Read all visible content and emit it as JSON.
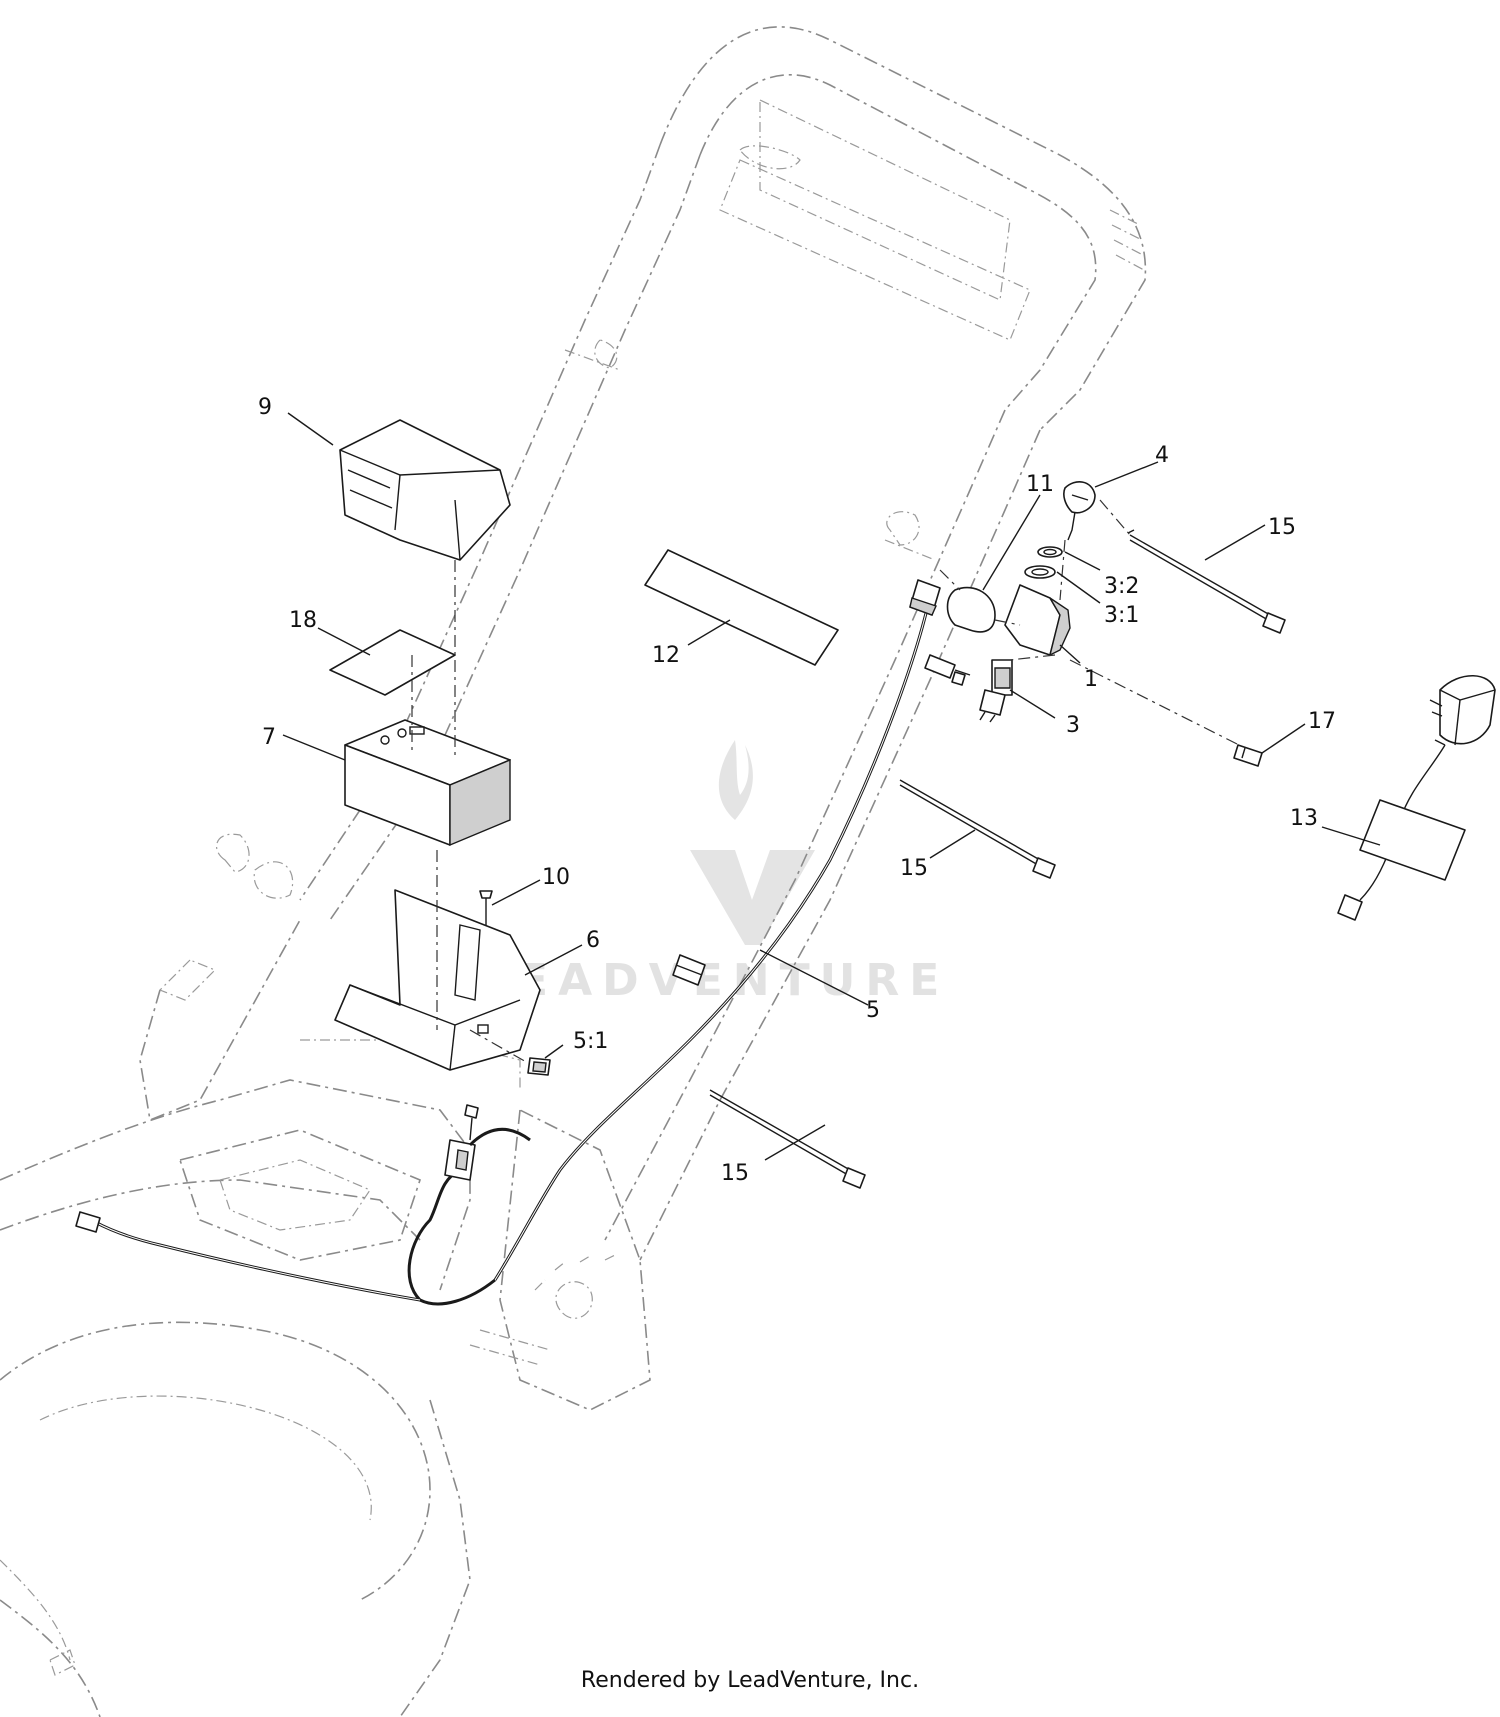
{
  "callouts": {
    "c1": "1",
    "c3": "3",
    "c3_1": "3:1",
    "c3_2": "3:2",
    "c4": "4",
    "c5": "5",
    "c5_1": "5:1",
    "c6": "6",
    "c7": "7",
    "c9": "9",
    "c10": "10",
    "c11": "11",
    "c12": "12",
    "c13": "13",
    "c15a": "15",
    "c15b": "15",
    "c15c": "15",
    "c17": "17",
    "c18": "18"
  },
  "watermark": "LEADVENTURE",
  "footer": "Rendered by LeadVenture, Inc."
}
